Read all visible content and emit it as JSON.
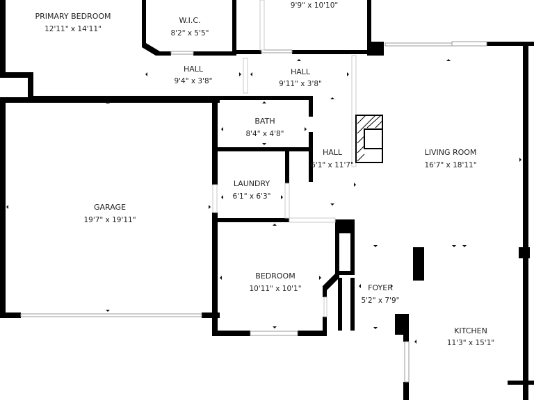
{
  "rooms": [
    {
      "id": "primary-bedroom",
      "name": "PRIMARY BEDROOM",
      "dims": "12'11\" x 14'11\""
    },
    {
      "id": "wic",
      "name": "W.I.C.",
      "dims": "8'2\" x 5'5\""
    },
    {
      "id": "top-room",
      "name": "",
      "dims": "9'9\" x 10'10\""
    },
    {
      "id": "hall-1",
      "name": "HALL",
      "dims": "9'4\" x 3'8\""
    },
    {
      "id": "hall-2",
      "name": "HALL",
      "dims": "9'11\" x 3'8\""
    },
    {
      "id": "bath",
      "name": "BATH",
      "dims": "8'4\" x 4'8\""
    },
    {
      "id": "hall-3",
      "name": "HALL",
      "dims": "6'1\" x 11'7\""
    },
    {
      "id": "living-room",
      "name": "LIVING ROOM",
      "dims": "16'7\" x 18'11\""
    },
    {
      "id": "laundry",
      "name": "LAUNDRY",
      "dims": "6'1\" x 6'3\""
    },
    {
      "id": "garage",
      "name": "GARAGE",
      "dims": "19'7\" x 19'11\""
    },
    {
      "id": "bedroom",
      "name": "BEDROOM",
      "dims": "10'11\" x 10'1\""
    },
    {
      "id": "foyer",
      "name": "FOYER",
      "dims": "5'2\" x 7'9\""
    },
    {
      "id": "kitchen",
      "name": "KITCHEN",
      "dims": "11'3\" x 15'1\""
    }
  ],
  "colors": {
    "wall": "#000000",
    "background": "#ffffff",
    "window": "#9a9a9a"
  }
}
